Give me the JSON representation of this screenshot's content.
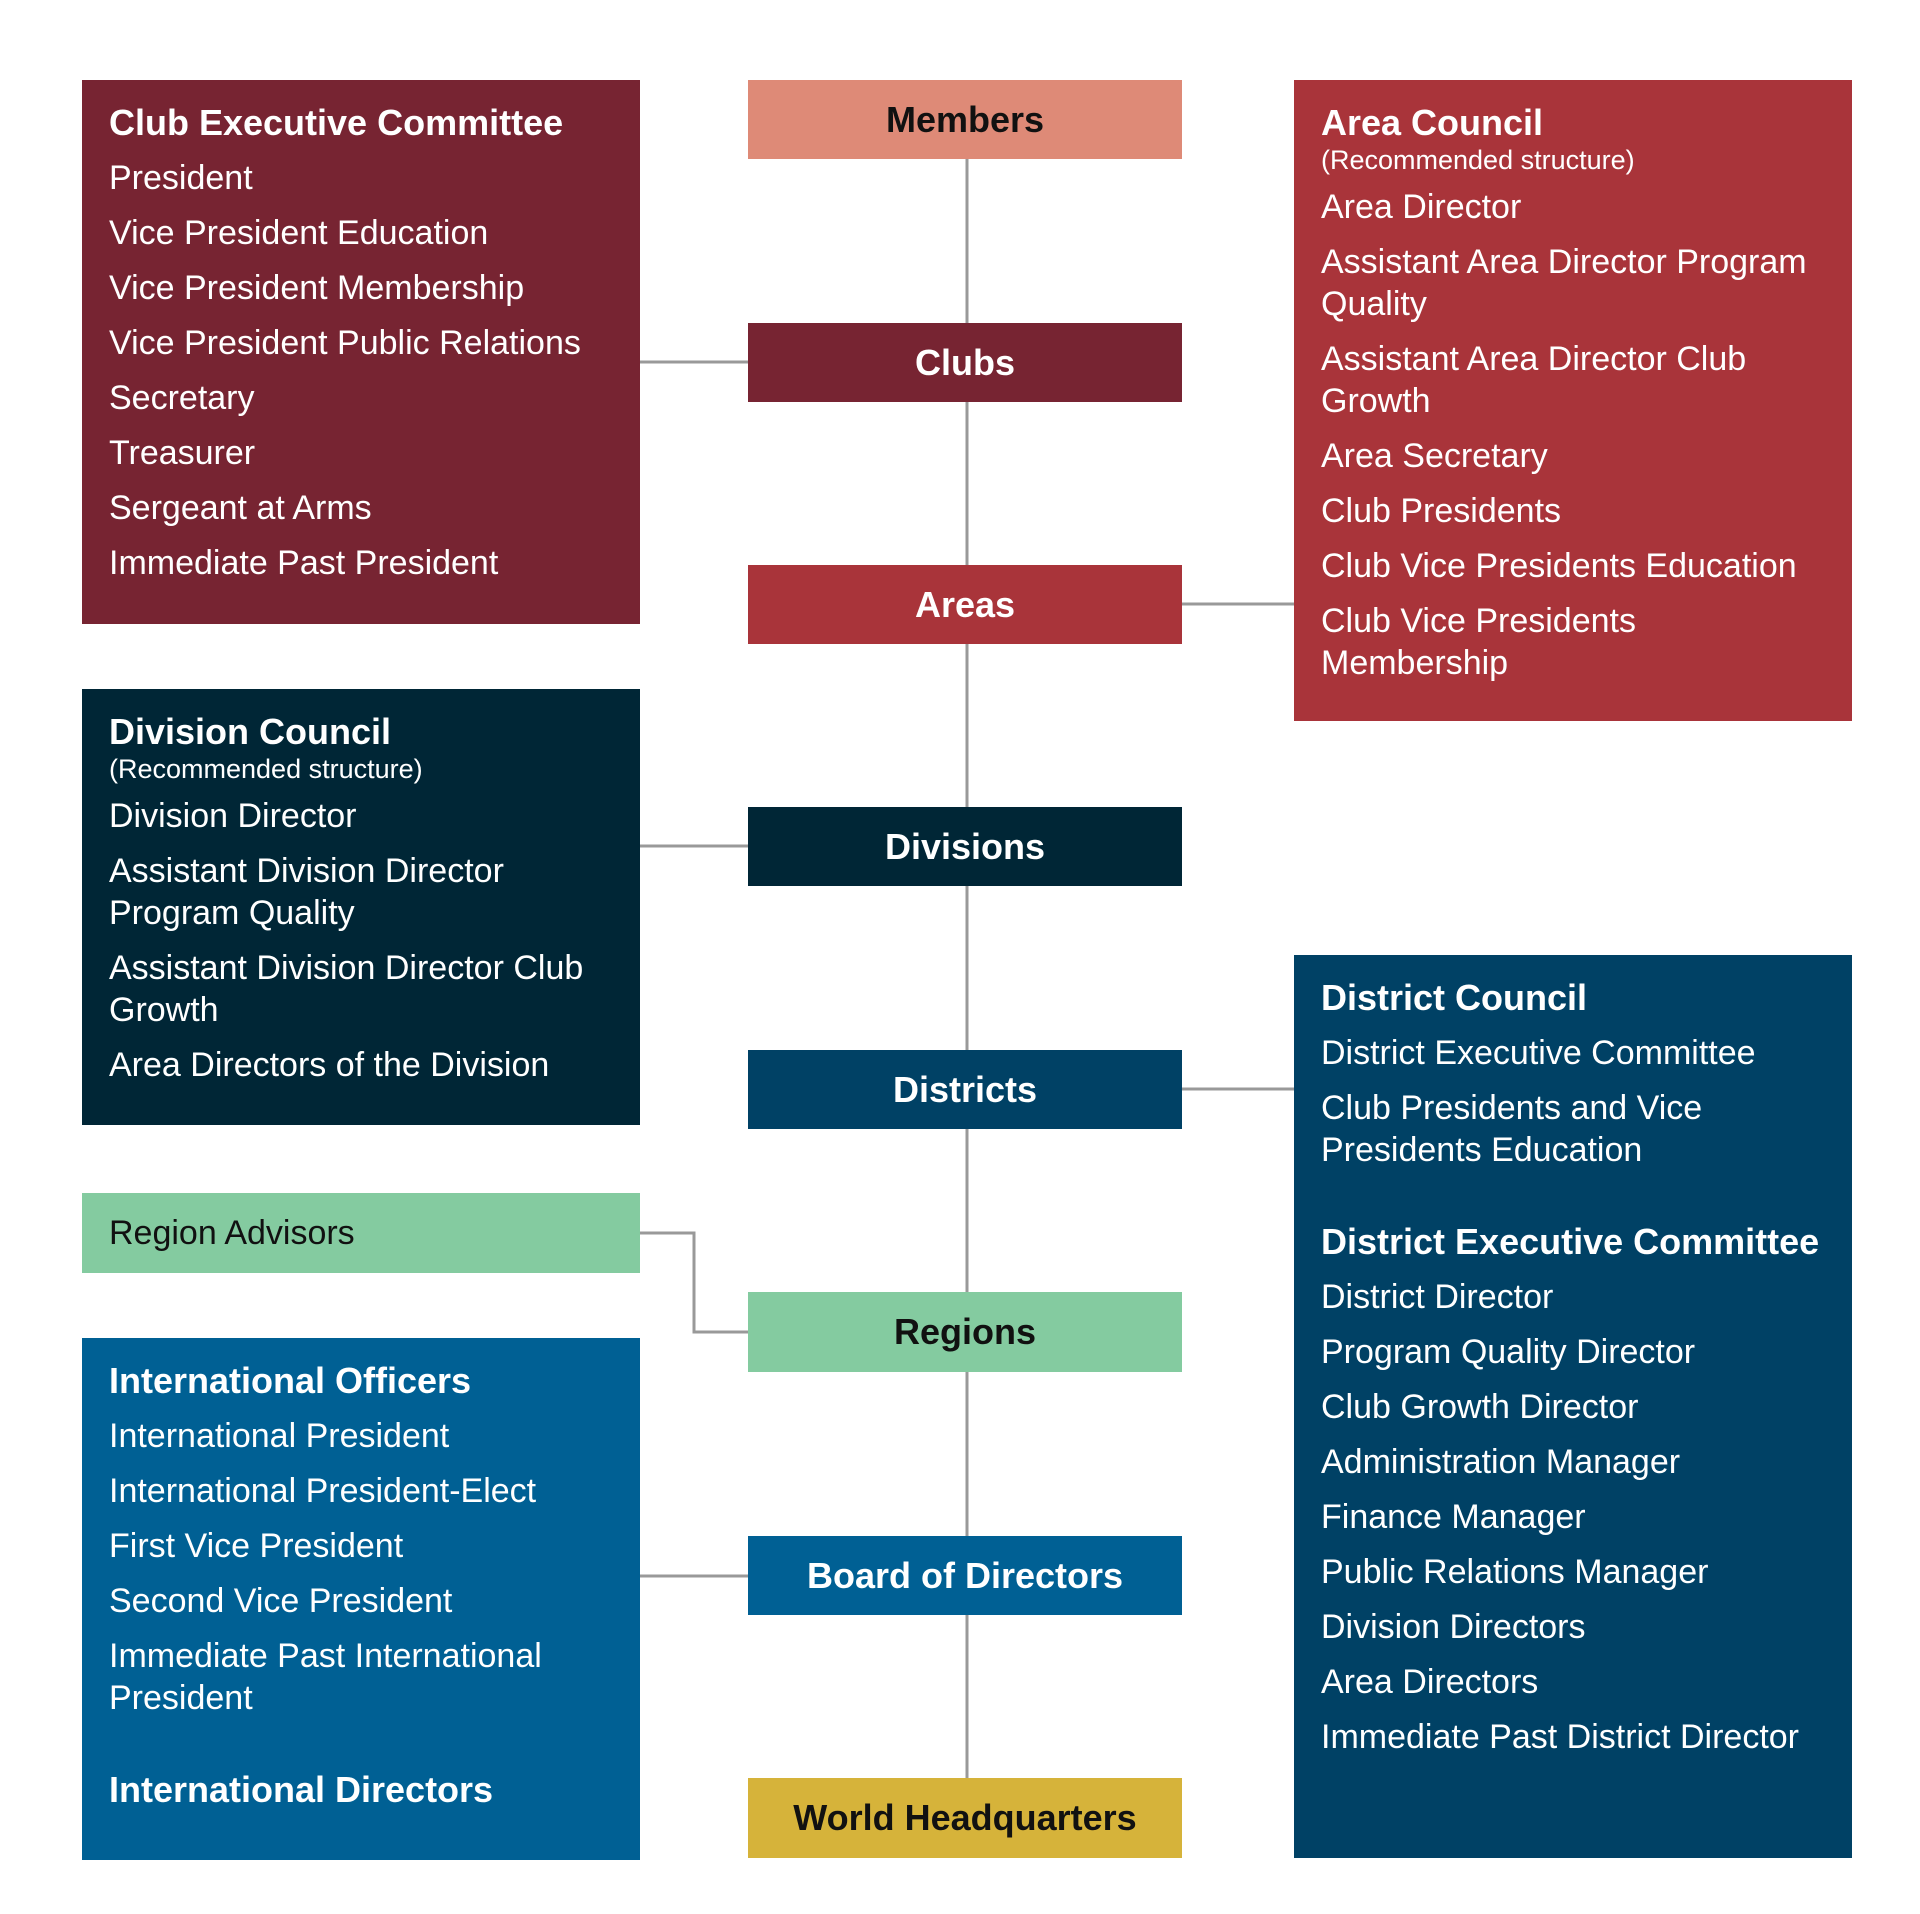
{
  "colors": {
    "members": "#DE8A77",
    "clubs": "#772432",
    "areas": "#A9343A",
    "divisions": "#002636",
    "districts": "#004165",
    "regions": "#84CBA0",
    "board": "#006094",
    "world_hq": "#D6B33A",
    "connector": "#999999"
  },
  "spine": [
    {
      "id": "members",
      "label": "Members"
    },
    {
      "id": "clubs",
      "label": "Clubs"
    },
    {
      "id": "areas",
      "label": "Areas"
    },
    {
      "id": "divisions",
      "label": "Divisions"
    },
    {
      "id": "districts",
      "label": "Districts"
    },
    {
      "id": "regions",
      "label": "Regions"
    },
    {
      "id": "board",
      "label": "Board of Directors"
    },
    {
      "id": "world_hq",
      "label": "World Headquarters"
    }
  ],
  "club_executive_committee": {
    "title": "Club Executive Committee",
    "items": [
      "President",
      "Vice President Education",
      "Vice President Membership",
      "Vice President Public Relations",
      "Secretary",
      "Treasurer",
      "Sergeant at Arms",
      "Immediate Past President"
    ]
  },
  "area_council": {
    "title": "Area Council",
    "subtitle": "(Recommended structure)",
    "items": [
      "Area Director",
      "Assistant Area Director Program Quality",
      "Assistant Area Director Club Growth",
      "Area Secretary",
      "Club Presidents",
      "Club Vice Presidents Education",
      "Club Vice Presidents Membership"
    ]
  },
  "division_council": {
    "title": "Division Council",
    "subtitle": "(Recommended structure)",
    "items": [
      "Division Director",
      "Assistant Division Director Program Quality",
      "Assistant Division Director Club Growth",
      "Area Directors of the Division"
    ]
  },
  "district_council": {
    "title": "District Council",
    "items": [
      "District Executive Committee",
      "Club Presidents and Vice Presidents Education"
    ],
    "exec_title": "District Executive Committee",
    "exec_items": [
      "District Director",
      "Program Quality Director",
      "Club Growth Director",
      "Administration Manager",
      "Finance Manager",
      "Public Relations Manager",
      "Division Directors",
      "Area Directors",
      "Immediate Past District Director"
    ]
  },
  "region_advisors": {
    "label": "Region Advisors"
  },
  "international_officers": {
    "title": "International Officers",
    "items": [
      "International President",
      "International President-Elect",
      "First Vice President",
      "Second Vice President",
      "Immediate Past International President"
    ],
    "directors_title": "International Directors"
  }
}
